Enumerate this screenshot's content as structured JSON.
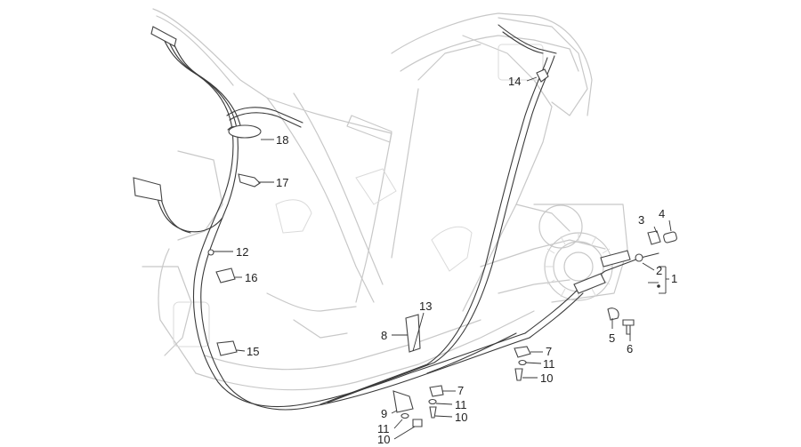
{
  "callouts": [
    {
      "id": "14",
      "label": "14"
    },
    {
      "id": "18",
      "label": "18"
    },
    {
      "id": "17",
      "label": "17"
    },
    {
      "id": "3",
      "label": "3"
    },
    {
      "id": "4",
      "label": "4"
    },
    {
      "id": "2",
      "label": "2"
    },
    {
      "id": "1",
      "label": "1"
    },
    {
      "id": "12",
      "label": "12"
    },
    {
      "id": "16",
      "label": "16"
    },
    {
      "id": "13",
      "label": "13"
    },
    {
      "id": "8",
      "label": "8"
    },
    {
      "id": "5",
      "label": "5"
    },
    {
      "id": "6",
      "label": "6"
    },
    {
      "id": "15",
      "label": "15"
    },
    {
      "id": "7a",
      "label": "7"
    },
    {
      "id": "11a",
      "label": "11"
    },
    {
      "id": "10a",
      "label": "10"
    },
    {
      "id": "7b",
      "label": "7"
    },
    {
      "id": "11b",
      "label": "11"
    },
    {
      "id": "10b",
      "label": "10"
    },
    {
      "id": "9",
      "label": "9"
    },
    {
      "id": "11c",
      "label": "11"
    },
    {
      "id": "10c",
      "label": "10"
    }
  ],
  "colors": {
    "frame": "#c8c8c8",
    "cable": "#3a3a3a",
    "text": "#222222"
  }
}
